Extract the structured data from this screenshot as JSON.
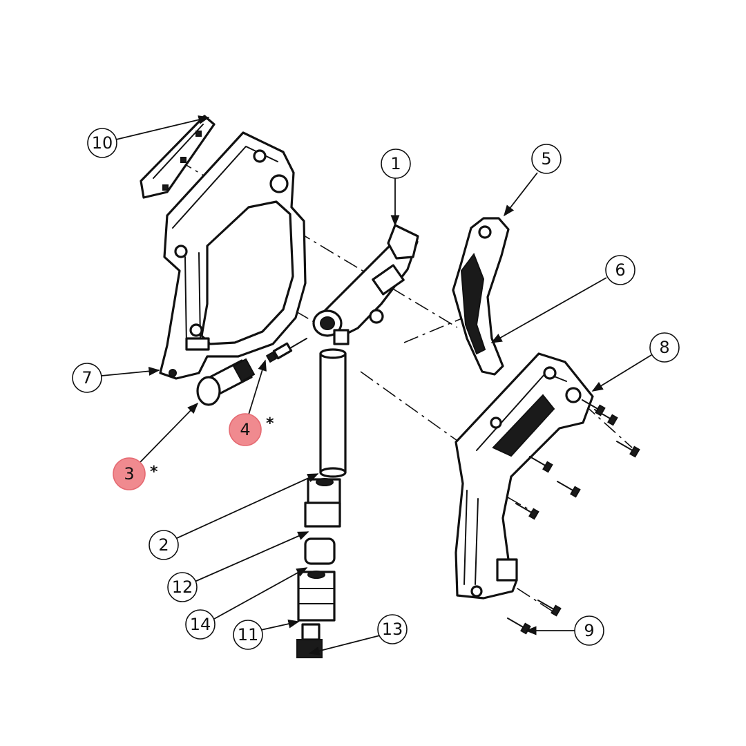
{
  "diagram": {
    "highlight_fill": "#f08a8f",
    "highlight_stroke": "#e56a72",
    "note_marker": "*",
    "callouts": [
      {
        "id": "c1",
        "label": "1"
      },
      {
        "id": "c2",
        "label": "2"
      },
      {
        "id": "c3",
        "label": "3",
        "highlighted": true,
        "note": "*"
      },
      {
        "id": "c4",
        "label": "4",
        "highlighted": true,
        "note": "*"
      },
      {
        "id": "c5",
        "label": "5"
      },
      {
        "id": "c6",
        "label": "6"
      },
      {
        "id": "c7",
        "label": "7"
      },
      {
        "id": "c8",
        "label": "8"
      },
      {
        "id": "c9",
        "label": "9"
      },
      {
        "id": "c10",
        "label": "10"
      },
      {
        "id": "c11",
        "label": "11"
      },
      {
        "id": "c12",
        "label": "12"
      },
      {
        "id": "c13",
        "label": "13"
      },
      {
        "id": "c14",
        "label": "14"
      }
    ]
  }
}
